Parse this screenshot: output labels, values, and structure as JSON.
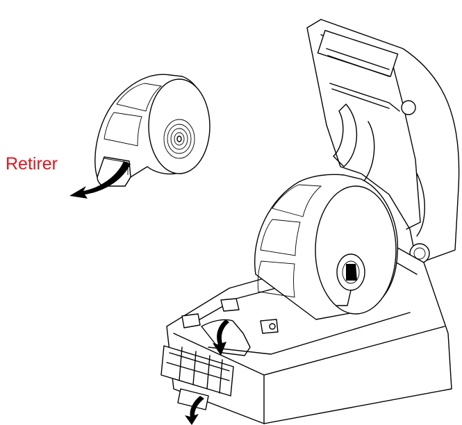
{
  "annotation": {
    "remove_label": "Retirer",
    "label_color": "#e8141b"
  },
  "icons": [
    "label-roll",
    "printer-open-lid",
    "curved-arrow",
    "down-arrow"
  ]
}
